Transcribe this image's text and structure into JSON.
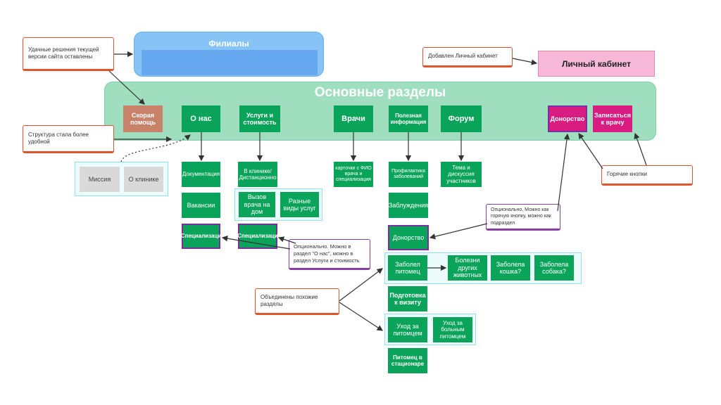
{
  "header": {
    "filialy": "Филиалы",
    "main_sections": "Основные разделы",
    "lichny_kabinet": "Личный кабинет"
  },
  "main_buttons": {
    "skoraya": "Скорая помощь",
    "o_nas": "О нас",
    "uslugi": "Услуги и стоимость",
    "vrachi": "Врачи",
    "poleznaya": "Полезная информация",
    "forum": "Форум",
    "donorstvo": "Донорство",
    "zapisatsya": "Записаться к врачу"
  },
  "o_nas_children": {
    "missiya": "Миссия",
    "o_klinike": "О клинике",
    "dokumentaciya": "Документация",
    "vakansii": "Вакансии",
    "specializacii": "Специализаци"
  },
  "uslugi_children": {
    "v_klinike": "В клинике/ Дистанционно",
    "vyzov": "Вызов врача на дом",
    "raznye": "Разные виды услуг",
    "specializacii": "Специализаци"
  },
  "vrachi_children": {
    "kartochki": "карточки с ФИО врача и специализация"
  },
  "poleznaya_children": {
    "profilaktika": "Профилактика заболеваний",
    "zabluzhdeniya": "Заблуждения",
    "donorstvo": "Донорство",
    "zabolel": "Заболел питомец",
    "bolezni": "Болезни других животных",
    "koshka": "Заболела кошка?",
    "sobaka": "Заболела собака?",
    "podgotovka": "Подготовка к визиту",
    "uhod": "Уход за питомцем",
    "uhod_bolnym": "Уход за больным питомцем",
    "stacionar": "Питомец в стационаре"
  },
  "forum_children": {
    "tema": "Тема и дискуссия участников"
  },
  "notes": {
    "udachnye": "Удачные решения текущей версии сайта оставлены",
    "struktura": "Структура стала более удобной",
    "dobavlen": "Добавлен Личный кабинет",
    "goryachie": "Горячие кнопки",
    "opcionalno_donor": "Опционально, Можно как горячую кнопку, можно как подраздел",
    "opcionalno_spec": "Опционально. Можно в раздел \"О нас\", можно в раздел Услуги и стоимость",
    "obedineny": "Объединены похожие разделы"
  },
  "colors": {
    "green": "#0aa35a",
    "main_band": "#9fdfbf",
    "filialy": "#87c3f5",
    "pink": "#f7b8d8",
    "magenta": "#d91c82",
    "brown": "#c9826a",
    "purple": "#7b2f9e",
    "note_border": "#e2542b"
  }
}
